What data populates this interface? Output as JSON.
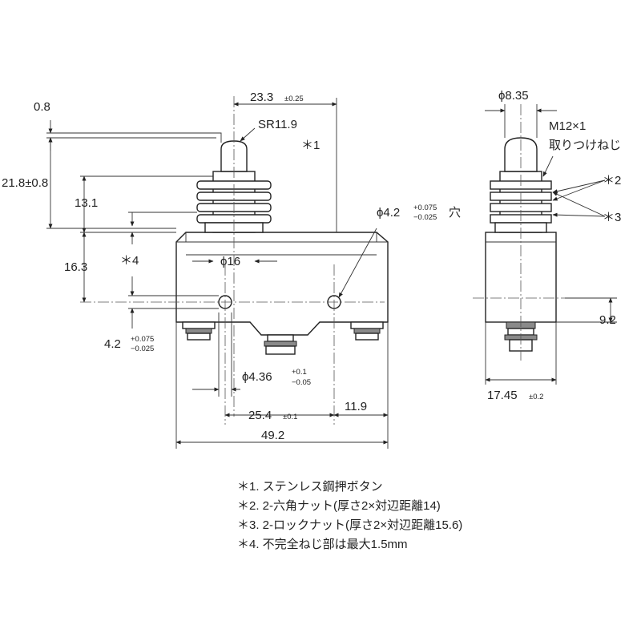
{
  "dimensions": {
    "d_0_8": "0.8",
    "d_23_3": "23.3",
    "d_23_3_tol": "±0.25",
    "d_sr11_9": "SR11.9",
    "d_21_8": "21.8±0.8",
    "d_13_1": "13.1",
    "d_16_3": "16.3",
    "d_phi16": "ϕ16",
    "d_phi4_2": "ϕ4.2",
    "d_phi4_2_tol_plus": "+0.075",
    "d_phi4_2_tol_minus": "−0.025",
    "d_phi4_2_suffix": "穴",
    "d_4_2": "4.2",
    "d_4_2_tol_plus": "+0.075",
    "d_4_2_tol_minus": "−0.025",
    "d_phi4_36": "ϕ4.36",
    "d_phi4_36_tol_plus": "+0.1",
    "d_phi4_36_tol_minus": "−0.05",
    "d_25_4": "25.4",
    "d_25_4_tol": "±0.1",
    "d_11_9": "11.9",
    "d_49_2": "49.2",
    "d_phi8_35": "ϕ8.35",
    "d_m12": "M12×1",
    "d_m12_note": "取りつけねじ",
    "d_9_2": "9.2",
    "d_17_45": "17.45",
    "d_17_45_tol": "±0.2"
  },
  "markers": {
    "m1": "＊1",
    "m2": "＊2",
    "m3": "＊3",
    "m4": "＊4"
  },
  "notes": [
    "＊1. ステンレス鋼押ボタン",
    "＊2. 2-六角ナット(厚さ2×対辺距離14)",
    "＊3. 2-ロックナット(厚さ2×対辺距離15.6)",
    "＊4. 不完全ねじ部は最大1.5mm"
  ]
}
